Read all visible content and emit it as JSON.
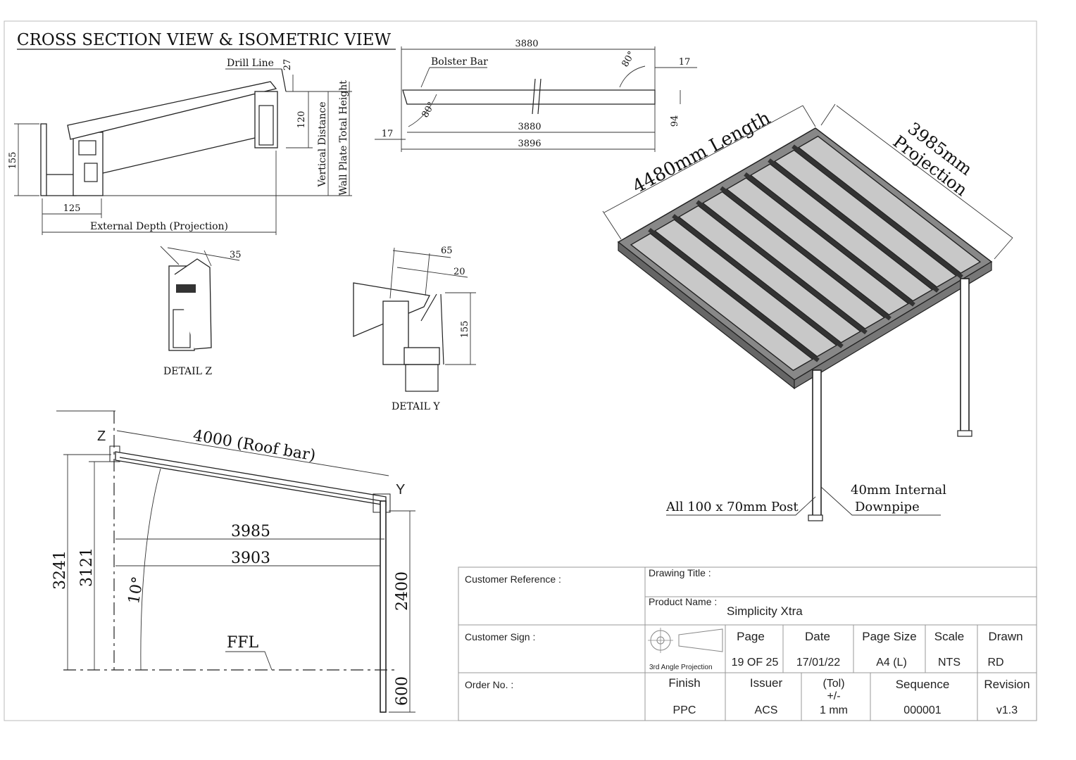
{
  "sheet_title": "CROSS SECTION VIEW & ISOMETRIC VIEW",
  "cross_section": {
    "drill_line": "Drill Line",
    "dim_27": "27",
    "dim_120": "120",
    "dim_155": "155",
    "dim_125": "125",
    "vertical_distance": "Vertical Distance",
    "wall_plate_total_height": "Wall Plate Total Height",
    "external_depth": "External Depth (Projection)"
  },
  "bolster_bar": {
    "label": "Bolster Bar",
    "dim_top": "3880",
    "angle_left": "80°",
    "angle_right": "80°",
    "dim_17_right": "17",
    "dim_94": "94",
    "dim_17_left": "17",
    "dim_bottom_1": "3880",
    "dim_bottom_2": "3896"
  },
  "detail_z": {
    "label": "DETAIL Z",
    "dim": "35"
  },
  "detail_y": {
    "label": "DETAIL Y",
    "dim_65": "65",
    "dim_20": "20",
    "dim_155": "155"
  },
  "side_view": {
    "z_marker": "Z",
    "y_marker": "Y",
    "roof_bar": "4000 (Roof bar)",
    "dim_3985": "3985",
    "dim_3903": "3903",
    "dim_3241": "3241",
    "dim_3121": "3121",
    "angle": "10°",
    "ffl": "FFL",
    "dim_2400": "2400",
    "dim_600": "600"
  },
  "isometric": {
    "length": "4480mm Length",
    "projection_value": "3985mm",
    "projection_label": "Projection",
    "post_label": "All 100 x 70mm Post",
    "downpipe_line1": "40mm Internal",
    "downpipe_line2": "Downpipe"
  },
  "title_block": {
    "customer_reference": "Customer Reference :",
    "drawing_title": "Drawing Title :",
    "product_name_label": "Product Name :",
    "product_name": "Simplicity Xtra",
    "customer_sign": "Customer Sign :",
    "projection_note": "3rd Angle Projection",
    "order_no": "Order No. :",
    "page_label": "Page",
    "page_value": "19 OF 25",
    "date_label": "Date",
    "date_value": "17/01/22",
    "page_size_label": "Page Size",
    "page_size_value": "A4 (L)",
    "scale_label": "Scale",
    "scale_value": "NTS",
    "drawn_label": "Drawn",
    "drawn_value": "RD",
    "finish_label": "Finish",
    "finish_value": "PPC",
    "issuer_label": "Issuer",
    "issuer_value": "ACS",
    "tol_label_1": "(Tol)",
    "tol_label_2": "+/-",
    "tol_value": "1 mm",
    "sequence_label": "Sequence",
    "sequence_value": "000001",
    "revision_label": "Revision",
    "revision_value": "v1.3"
  }
}
